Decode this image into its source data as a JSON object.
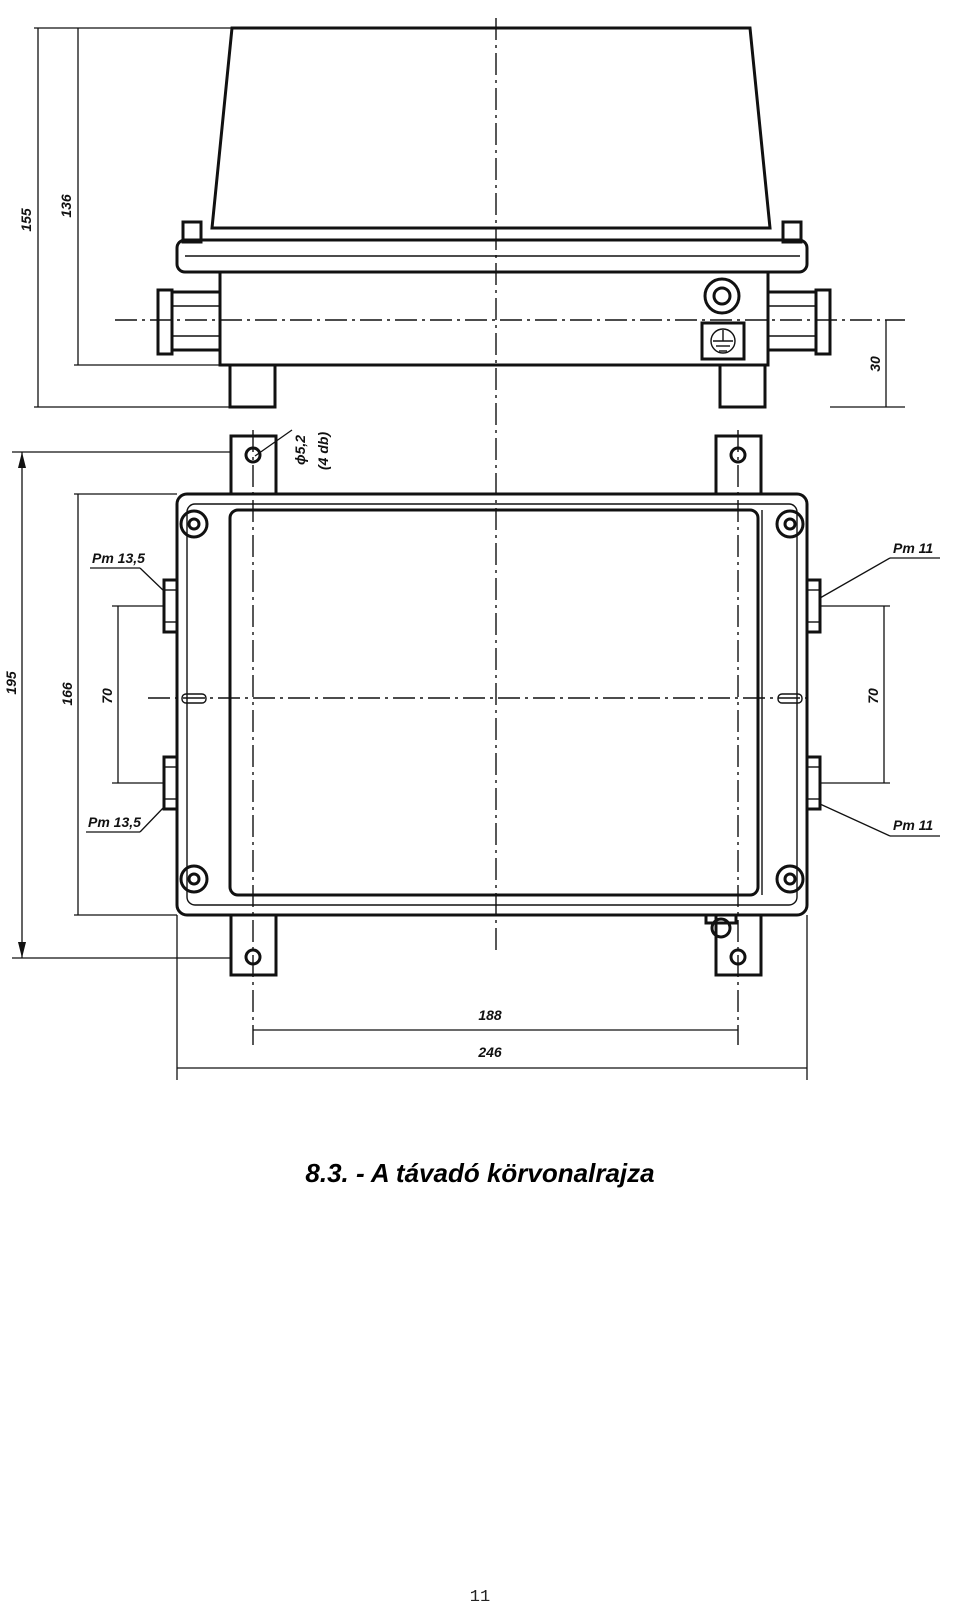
{
  "drawing": {
    "dimensions": {
      "total_height_side": "155",
      "body_height_side": "136",
      "gland_height_side": "30",
      "mounting_hole": "ϕ5,2",
      "mounting_hole_count": "(4 db)",
      "total_height_top": "195",
      "body_height_top": "166",
      "gland_spacing_left": "70",
      "gland_spacing_right": "70",
      "mount_spacing": "188",
      "total_width": "246"
    },
    "glands": {
      "left_upper": "Pm 13,5",
      "left_lower": "Pm 13,5",
      "right_upper": "Pm 11",
      "right_lower": "Pm 11"
    }
  },
  "caption": "8.3. - A távadó körvonalrajza",
  "page_number": "11"
}
